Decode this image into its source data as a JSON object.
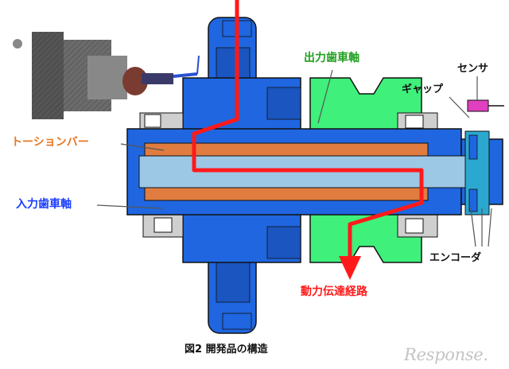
{
  "labels": {
    "torsion_bar": "トーションバー",
    "input_shaft": "入力歯車軸",
    "output_shaft": "出力歯車軸",
    "gap": "ギャップ",
    "sensor": "センサ",
    "encoder": "エンコーダ",
    "power_path": "動力伝達経路"
  },
  "caption": "図2 開発品の構造",
  "watermark": "Response.",
  "colors": {
    "input_shaft": "#1f66e0",
    "output_gear": "#3ff07a",
    "torsion_bar": "#e07c3f",
    "power_path": "#ff1a1a",
    "sensor": "#e040c0",
    "label_orange": "#e87722",
    "label_blue": "#1a3cff",
    "label_green": "#20a020",
    "label_red": "#ff1a1a"
  }
}
